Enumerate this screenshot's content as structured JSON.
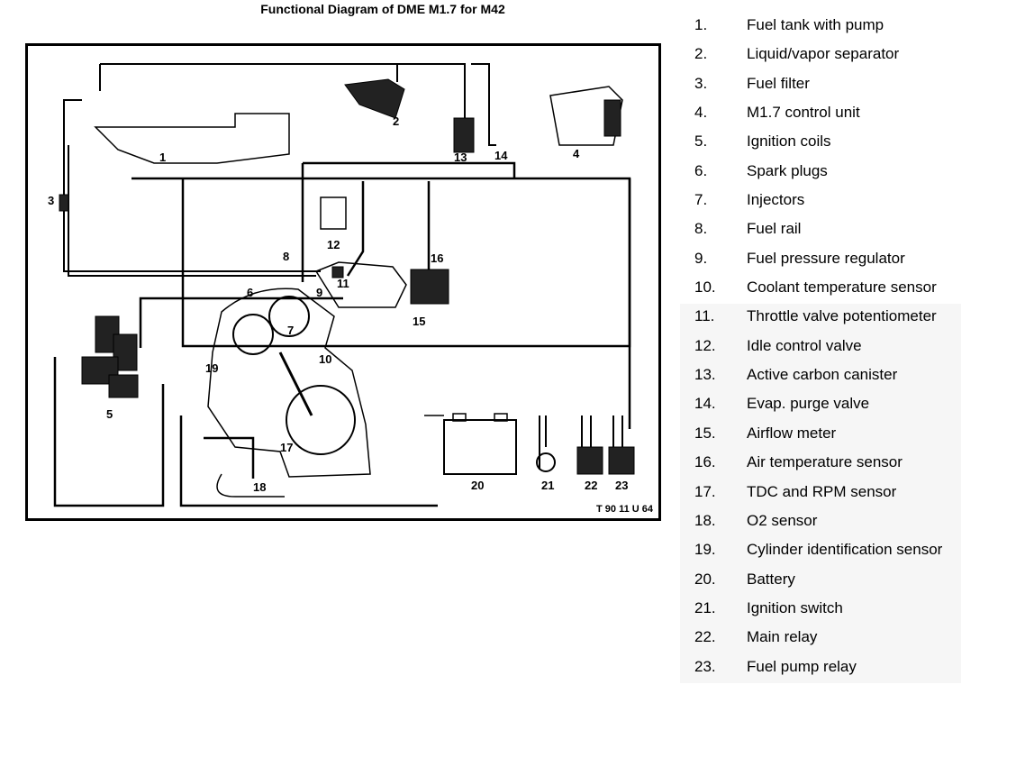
{
  "title": "Functional Diagram of DME M1.7 for M42",
  "figure_ref": "T 90 11 U 64",
  "callouts": [
    "1",
    "2",
    "3",
    "4",
    "5",
    "6",
    "7",
    "8",
    "9",
    "10",
    "11",
    "12",
    "13",
    "14",
    "15",
    "16",
    "17",
    "18",
    "19",
    "20",
    "21",
    "22",
    "23"
  ],
  "legend": [
    {
      "num": "1.",
      "label": "Fuel tank with pump"
    },
    {
      "num": "2.",
      "label": "Liquid/vapor separator"
    },
    {
      "num": "3.",
      "label": "Fuel filter"
    },
    {
      "num": "4.",
      "label": "M1.7 control unit"
    },
    {
      "num": "5.",
      "label": "Ignition coils"
    },
    {
      "num": "6.",
      "label": "Spark plugs"
    },
    {
      "num": "7.",
      "label": "Injectors"
    },
    {
      "num": "8.",
      "label": "Fuel rail"
    },
    {
      "num": "9.",
      "label": "Fuel pressure regulator"
    },
    {
      "num": "10.",
      "label": "Coolant temperature sensor"
    },
    {
      "num": "11.",
      "label": "Throttle valve potentiometer"
    },
    {
      "num": "12.",
      "label": "Idle control valve"
    },
    {
      "num": "13.",
      "label": "Active carbon canister"
    },
    {
      "num": "14.",
      "label": "Evap. purge valve"
    },
    {
      "num": "15.",
      "label": "Airflow meter"
    },
    {
      "num": "16.",
      "label": "Air temperature sensor"
    },
    {
      "num": "17.",
      "label": "TDC and RPM sensor"
    },
    {
      "num": "18.",
      "label": "O2 sensor"
    },
    {
      "num": "19.",
      "label": "Cylinder identification sensor"
    },
    {
      "num": "20.",
      "label": "Battery"
    },
    {
      "num": "21.",
      "label": "Ignition switch"
    },
    {
      "num": "22.",
      "label": "Main relay"
    },
    {
      "num": "23.",
      "label": "Fuel pump relay"
    }
  ]
}
